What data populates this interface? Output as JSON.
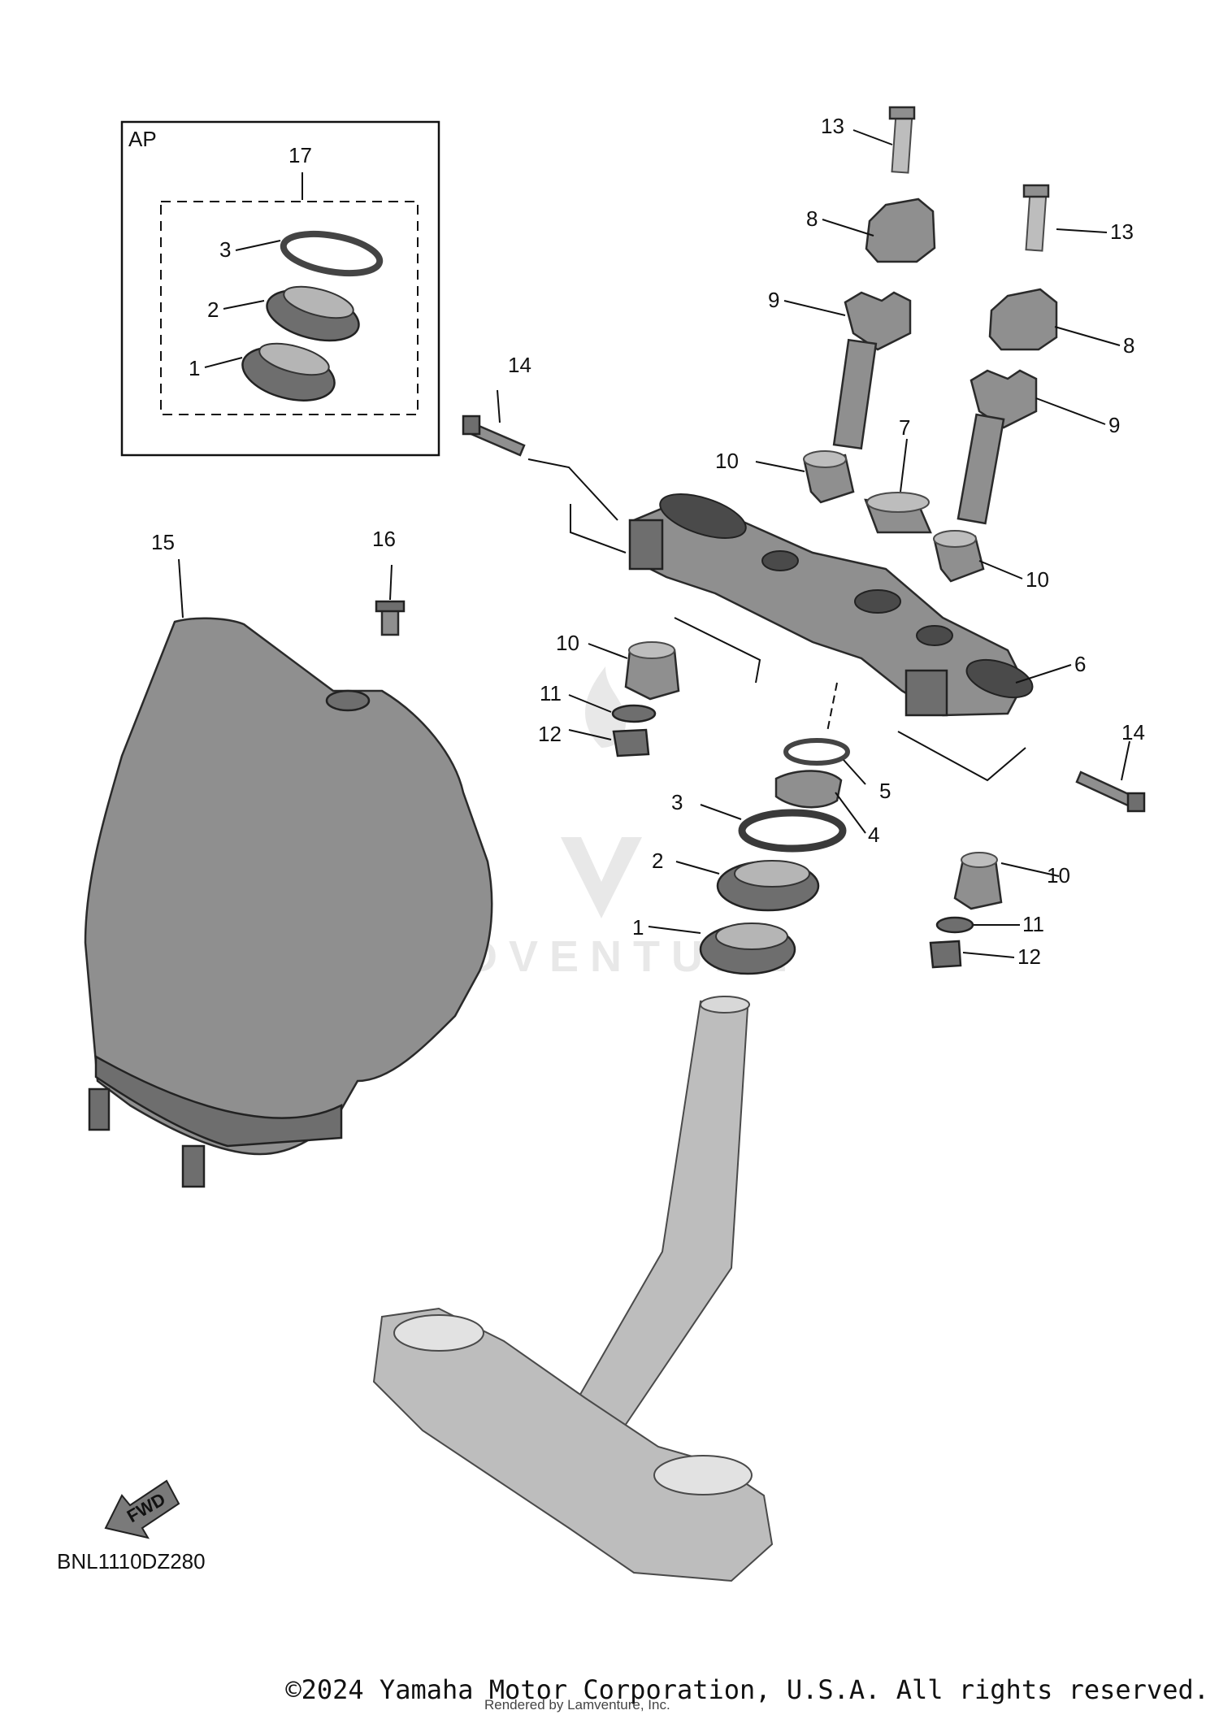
{
  "inset": {
    "box_label": "AP",
    "group_label": "17",
    "parts": [
      "3",
      "2",
      "1"
    ]
  },
  "callouts": {
    "c13a": "13",
    "c13b": "13",
    "c8a": "8",
    "c8b": "8",
    "c9a": "9",
    "c9b": "9",
    "c14a": "14",
    "c14b": "14",
    "c10a": "10",
    "c10b": "10",
    "c10c": "10",
    "c10d": "10",
    "c7": "7",
    "c6": "6",
    "c15": "15",
    "c16": "16",
    "c11a": "11",
    "c11b": "11",
    "c12a": "12",
    "c12b": "12",
    "c5": "5",
    "c4": "4",
    "c3": "3",
    "c2": "2",
    "c1": "1"
  },
  "fwd_label": "FWD",
  "diagram_code": "BNL1110DZ280",
  "watermark_text": "ADVENTURE",
  "copyright": "©2024 Yamaha Motor Corporation, U.S.A. All rights reserved.",
  "rendered_by": "Rendered by Lamventure, Inc.",
  "colors": {
    "part": "#8f8f8f",
    "outline": "#2a2a2a",
    "background": "#ffffff"
  }
}
